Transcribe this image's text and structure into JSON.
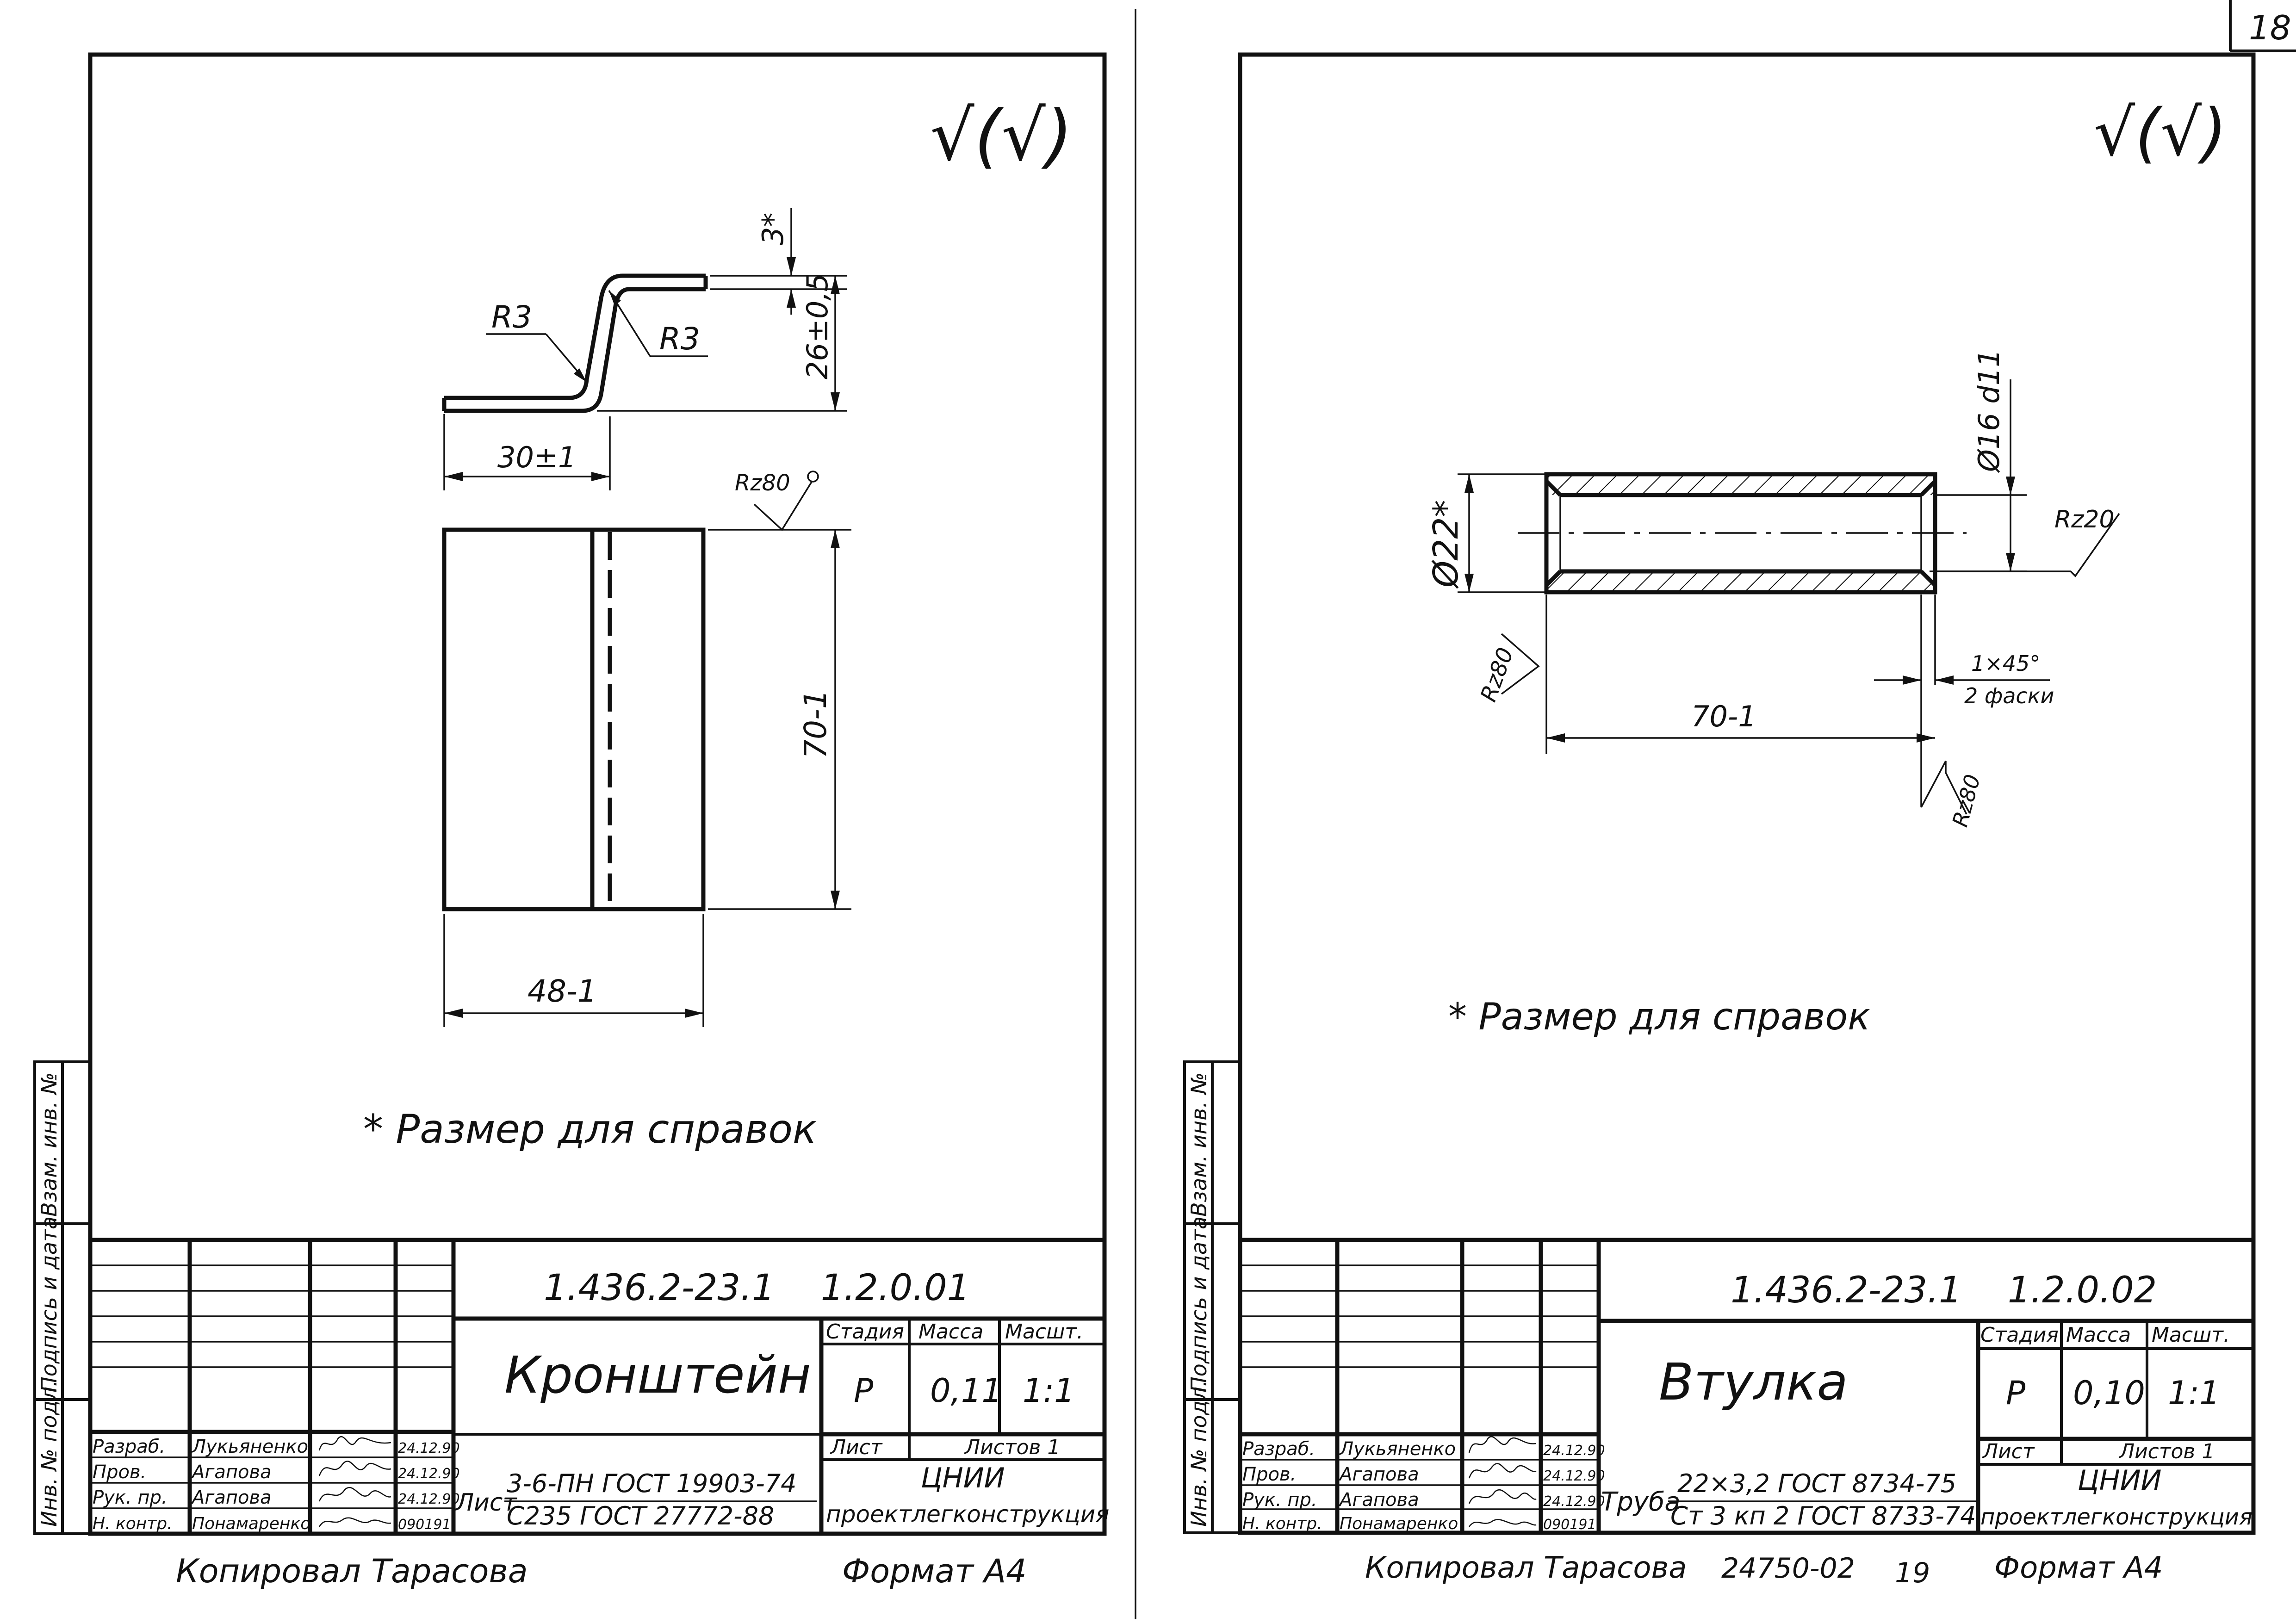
{
  "page_number": "18",
  "left_sheet": {
    "roughness_mark": "√(√)",
    "dimensions": {
      "r_outer": "R3",
      "r_inner": "R3",
      "offset": "3*",
      "height": "26±0,5",
      "flange": "30±1",
      "length": "70-1",
      "width": "48-1",
      "roughness": "Rz80"
    },
    "reference_note": "* Размер для справок",
    "title_block": {
      "designation": "1.436.2-23.1    1.2.0.01",
      "name": "Кронштейн",
      "stage_label": "Стадия",
      "mass_label": "Масса",
      "scale_label": "Масшт.",
      "stage": "Р",
      "mass": "0,11",
      "scale": "1:1",
      "sheet_label": "Лист",
      "sheets_label": "Листов 1",
      "organization_1": "ЦНИИ",
      "organization_2": "проектлегконструкция",
      "material_prefix": "Лист",
      "material_line1": "3-6-ПН ГОСТ 19903-74",
      "material_line2": "С235 ГОСТ 27772-88",
      "roles": [
        "Разраб.",
        "Пров.",
        "Рук. пр.",
        "Н. контр."
      ],
      "names": [
        "Лукьяненко",
        "Агапова",
        "Агапова",
        "Понамаренко"
      ],
      "dates": [
        "24.12.90",
        "24.12.90",
        "24.12.90",
        "090191"
      ]
    },
    "side_labels": [
      "Инв. № подл.",
      "Подпись и дата",
      "Взам. инв. №"
    ],
    "footer_copied": "Копировал Тарасова",
    "footer_format": "Формат А4"
  },
  "right_sheet": {
    "roughness_mark": "√(√)",
    "dimensions": {
      "outer_diameter": "Ø22*",
      "inner_diameter": "Ø16 d11",
      "roughness_inner": "Rz20",
      "roughness_face": "Rz80",
      "roughness_end": "Rz80",
      "length": "70-1",
      "chamfer_line1": "1×45°",
      "chamfer_line2": "2 фаски"
    },
    "reference_note": "* Размер для справок",
    "title_block": {
      "designation": "1.436.2-23.1    1.2.0.02",
      "name": "Втулка",
      "stage_label": "Стадия",
      "mass_label": "Масса",
      "scale_label": "Масшт.",
      "stage": "Р",
      "mass": "0,10",
      "scale": "1:1",
      "sheet_label": "Лист",
      "sheets_label": "Листов 1",
      "organization_1": "ЦНИИ",
      "organization_2": "проектлегконструкция",
      "material_prefix": "Труба",
      "material_line1": "22×3,2 ГОСТ 8734-75",
      "material_line2": "Ст 3 кп 2 ГОСТ 8733-74",
      "roles": [
        "Разраб.",
        "Пров.",
        "Рук. пр.",
        "Н. контр."
      ],
      "names": [
        "Лукьяненко",
        "Агапова",
        "Агапова",
        "Понамаренко"
      ],
      "dates": [
        "24.12.90",
        "24.12.90",
        "24.12.90",
        "090191"
      ]
    },
    "side_labels": [
      "Инв. № подл.",
      "Подпись и дата",
      "Взам. инв. №"
    ],
    "footer_copied": "Копировал Тарасова",
    "footer_code": "24750-02",
    "footer_page": "19",
    "footer_format": "Формат А4"
  }
}
